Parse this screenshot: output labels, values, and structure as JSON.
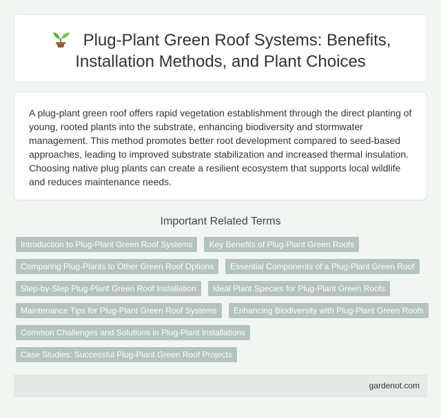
{
  "header": {
    "icon": "sprout-icon",
    "title": "Plug-Plant Green Roof Systems: Benefits, Installation Methods, and Plant Choices"
  },
  "summary": {
    "text": "A plug-plant green roof offers rapid vegetation establishment through the direct planting of young, rooted plants into the substrate, enhancing biodiversity and stormwater management. This method promotes better root development compared to seed-based approaches, leading to improved substrate stabilization and increased thermal insulation. Choosing native plug plants can create a resilient ecosystem that supports local wildlife and reduces maintenance needs."
  },
  "related": {
    "heading": "Important Related Terms",
    "terms": [
      "Introduction to Plug-Plant Green Roof Systems",
      "Key Benefits of Plug-Plant Green Roofs",
      "Comparing Plug-Plants to Other Green Roof Options",
      "Essential Components of a Plug-Plant Green Roof",
      "Step-by-Step Plug-Plant Green Roof Installation",
      "Ideal Plant Species for Plug-Plant Green Roofs",
      "Maintenance Tips for Plug-Plant Green Roof Systems",
      "Enhancing Biodiversity with Plug-Plant Green Roofs",
      "Common Challenges and Solutions in Plug-Plant Installations",
      "Case Studies: Successful Plug-Plant Green Roof Projects"
    ]
  },
  "footer": {
    "site": "gardenot.com"
  },
  "colors": {
    "background": "#f1f6f3",
    "tag": "#b5c3be",
    "footer": "#e4ebe6"
  }
}
